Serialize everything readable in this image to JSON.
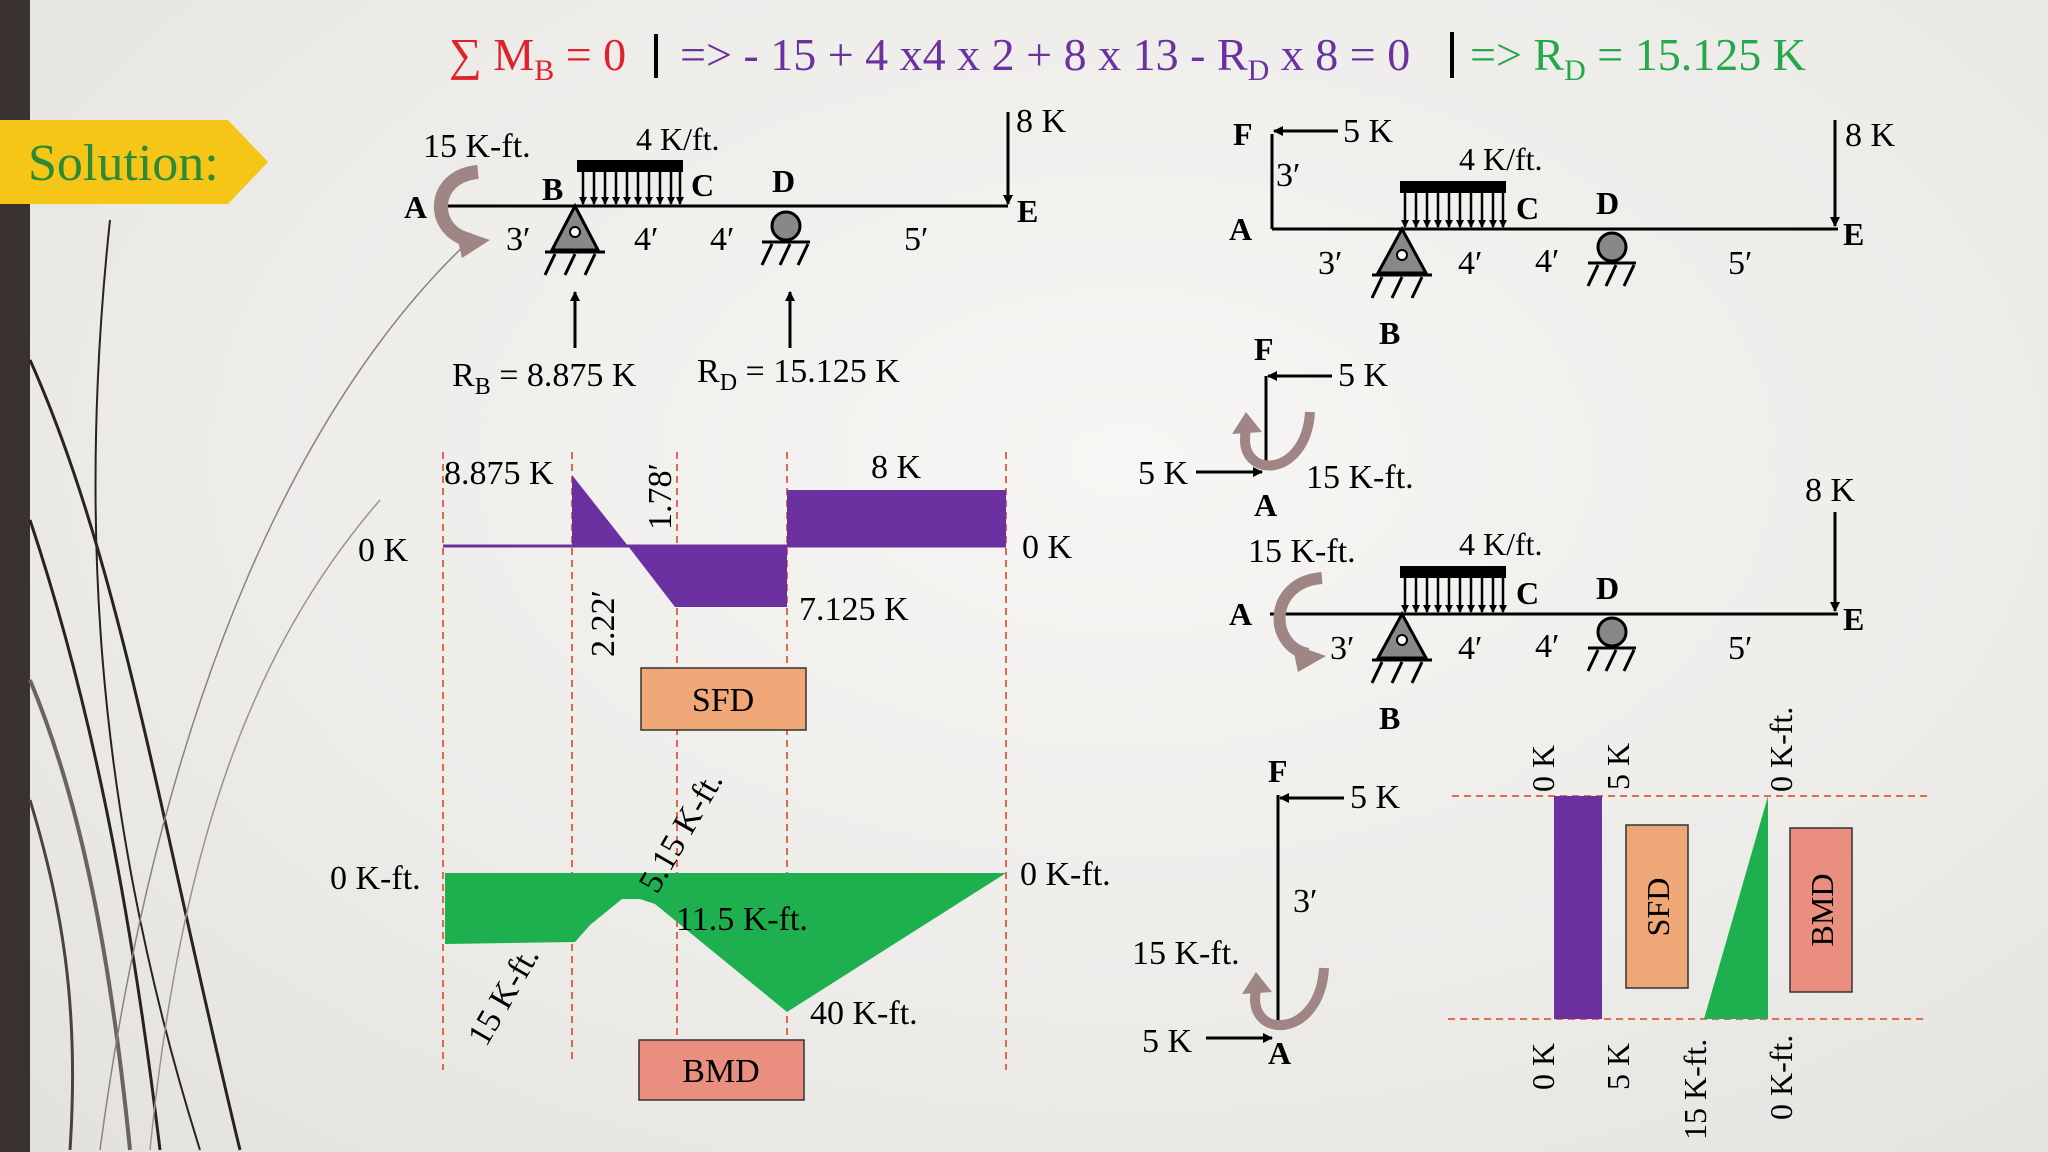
{
  "slide_label": "Solution:",
  "equation": {
    "sum_symbol": "∑",
    "m_letter": "M",
    "m_sub": "B",
    "eq_zero": " = 0",
    "part2": "=> - 15 + 4 x4 x 2 + 8 x 13 - R",
    "part2_sub": "D",
    "part2_end": " x 8 = 0",
    "part3": "=> R",
    "part3_sub": "D",
    "part3_end": " = 15.125 K",
    "colors": {
      "red": "#e0202a",
      "purple": "#6b31a0",
      "green": "#25a84a"
    }
  },
  "beam1": {
    "moment": "15 K-ft.",
    "udl": "4 K/ft.",
    "load_e": "8 K",
    "points": {
      "a": "A",
      "b": "B",
      "c": "C",
      "d": "D",
      "e": "E"
    },
    "spans": [
      "3′",
      "4′",
      "4′",
      "5′"
    ],
    "rb_main": "R",
    "rb_sub": "B",
    "rb_val": " = 8.875 K",
    "rd_main": "R",
    "rd_sub": "D",
    "rd_val": " = 15.125 K"
  },
  "sfd": {
    "v1": "8.875 K",
    "zero_left": "0 K",
    "zero_right": "0 K",
    "dist_up": "1.78′",
    "dist_down": "2.22′",
    "v2": "7.125 K",
    "v3": "8 K",
    "label": "SFD",
    "color": "#6b31a0"
  },
  "bmd": {
    "zero_left": "0 K-ft.",
    "zero_right": "0 K-ft.",
    "m1": "15 K-ft.",
    "m2": "5.15 K-ft.",
    "m3": "11.5 K-ft.",
    "m4": "40 K-ft.",
    "label": "BMD",
    "color": "#1eb04e"
  },
  "beam2": {
    "f": "F",
    "load_f": "5 K",
    "height": "3′",
    "udl": "4 K/ft.",
    "load_e": "8 K",
    "points": {
      "a": "A",
      "b": "B",
      "c": "C",
      "d": "D",
      "e": "E"
    },
    "spans": [
      "3′",
      "4′",
      "4′",
      "5′"
    ]
  },
  "fbd_column": {
    "f": "F",
    "load_f": "5 K",
    "load_a": "5 K",
    "moment": "15 K-ft.",
    "a": "A"
  },
  "beam3": {
    "moment": "15 K-ft.",
    "udl": "4 K/ft.",
    "load_e": "8 K",
    "points": {
      "a": "A",
      "b": "B",
      "c": "C",
      "d": "D",
      "e": "E"
    },
    "spans": [
      "3′",
      "4′",
      "4′",
      "5′"
    ]
  },
  "column": {
    "f": "F",
    "load_f": "5 K",
    "height": "3′",
    "moment": "15 K-ft.",
    "load_a": "5 K",
    "a": "A",
    "sfd_top_left": "0 K",
    "sfd_top_right": "5 K",
    "sfd_bot_left": "0 K",
    "sfd_bot_right": "5 K",
    "bmd_top": "0 K-ft.",
    "bmd_bot_left": "15 K-ft.",
    "bmd_bot_right": "0 K-ft.",
    "sfd_label": "SFD",
    "bmd_label": "BMD"
  }
}
